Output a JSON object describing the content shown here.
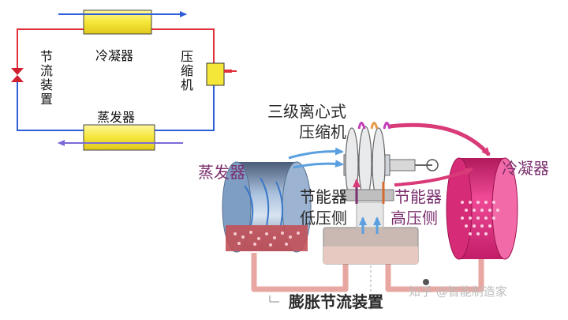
{
  "simple_diagram": {
    "condenser_label": "冷凝器",
    "compressor_label": "压缩机",
    "evaporator_label": "蒸发器",
    "throttle_label": "节流装置"
  },
  "detailed_diagram": {
    "compressor_label_line1": "三级离心式",
    "compressor_label_line2": "压缩机",
    "evaporator_label": "蒸发器",
    "condenser_label": "冷凝器",
    "economizer_low_line1": "节能器",
    "economizer_low_line2": "低压侧",
    "economizer_high_line1": "节能器",
    "economizer_high_line2": "高压侧",
    "expansion_label": "膨胀节流装置"
  },
  "watermark": "知乎 @智能制造家",
  "colors": {
    "red_line": "#e0303a",
    "blue_line": "#2f5fd8",
    "yellow_box": "#f5e73a",
    "condenser_pink": "#ee2f86",
    "evaporator_blue": "#7f9ec4",
    "pipe_pink": "#e8a7a0",
    "text_purple": "#7a2f6e"
  }
}
